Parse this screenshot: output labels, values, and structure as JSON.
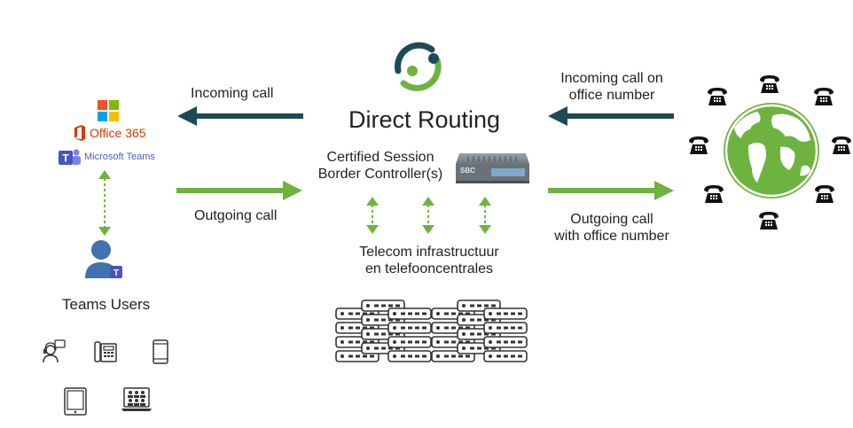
{
  "title": "Direct Routing",
  "colors": {
    "green": "#6db33f",
    "dark_teal": "#1e4a55",
    "office_red": "#d83b01",
    "teams_purple": "#5059c9"
  },
  "left": {
    "office365": "Office 365",
    "microsoft_teams": "Microsoft Teams",
    "teams_users": "Teams Users"
  },
  "center": {
    "sbc_line1": "Certified Session",
    "sbc_line2": "Border Controller(s)",
    "sbc_device_tag": "SBC",
    "telecom_line1": "Telecom infrastructuur",
    "telecom_line2": "en telefooncentrales"
  },
  "arrows": {
    "incoming_left": "Incoming call",
    "outgoing_left": "Outgoing call",
    "incoming_right_line1": "Incoming call on",
    "incoming_right_line2": "office number",
    "outgoing_right_line1": "Outgoing call",
    "outgoing_right_line2": "with office number"
  },
  "icons": [
    "direct-routing-logo-icon",
    "microsoft-logo-icon",
    "office365-icon",
    "teams-icon",
    "user-icon",
    "headset-icon",
    "desk-phone-icon",
    "mobile-phone-icon",
    "tablet-icon",
    "video-conference-icon",
    "sbc-device-icon",
    "server-rack-icon",
    "globe-icon",
    "telephone-icon"
  ]
}
